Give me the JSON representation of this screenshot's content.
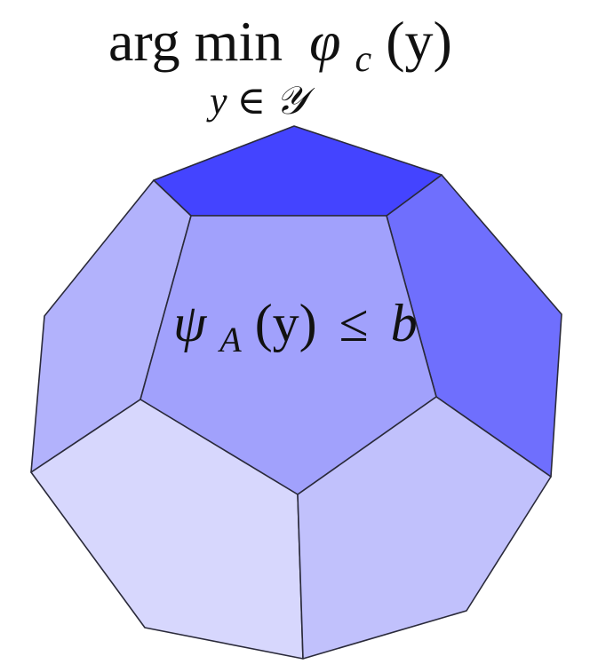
{
  "title": {
    "operator": "arg min",
    "function": "φ",
    "function_subscript": "c",
    "argument": "(y)",
    "under_variable": "y",
    "under_relation": "∈",
    "under_set": "𝒴"
  },
  "constraint": {
    "function": "ψ",
    "function_subscript": "A",
    "argument": "(y)",
    "relation": "≤",
    "rhs": "b"
  },
  "face_colors": {
    "top": "#4444ff",
    "upper_left": "#b2b2fc",
    "upper_right": "#6f6ffd",
    "center": "#a1a1fc",
    "lower_left": "#d7d7fd",
    "lower_right": "#c1c1fc"
  }
}
